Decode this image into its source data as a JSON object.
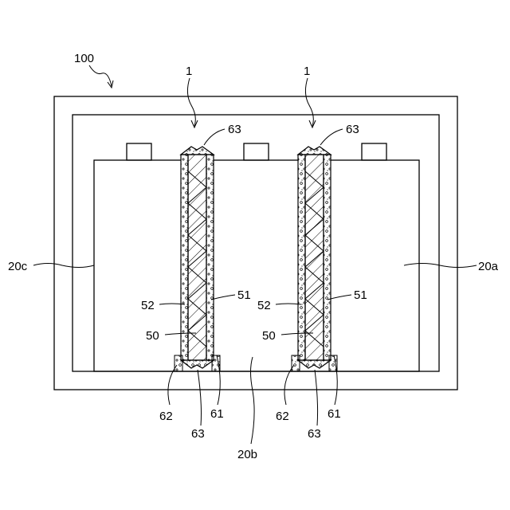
{
  "labels": {
    "device": "100",
    "separator_left": "1",
    "separator_right": "1",
    "cell_left": "20c",
    "cell_right": "20a",
    "cell_bottom": "20b",
    "seal_top_left": "63",
    "seal_top_right": "63",
    "seal_bottom_left": "63",
    "seal_bottom_right": "63",
    "layer51_left": "51",
    "layer51_right": "51",
    "layer52_left": "52",
    "layer52_right": "52",
    "core50_left": "50",
    "core50_right": "50",
    "edge61_left": "61",
    "edge61_right": "61",
    "edge62_left": "62",
    "edge62_right": "62"
  }
}
